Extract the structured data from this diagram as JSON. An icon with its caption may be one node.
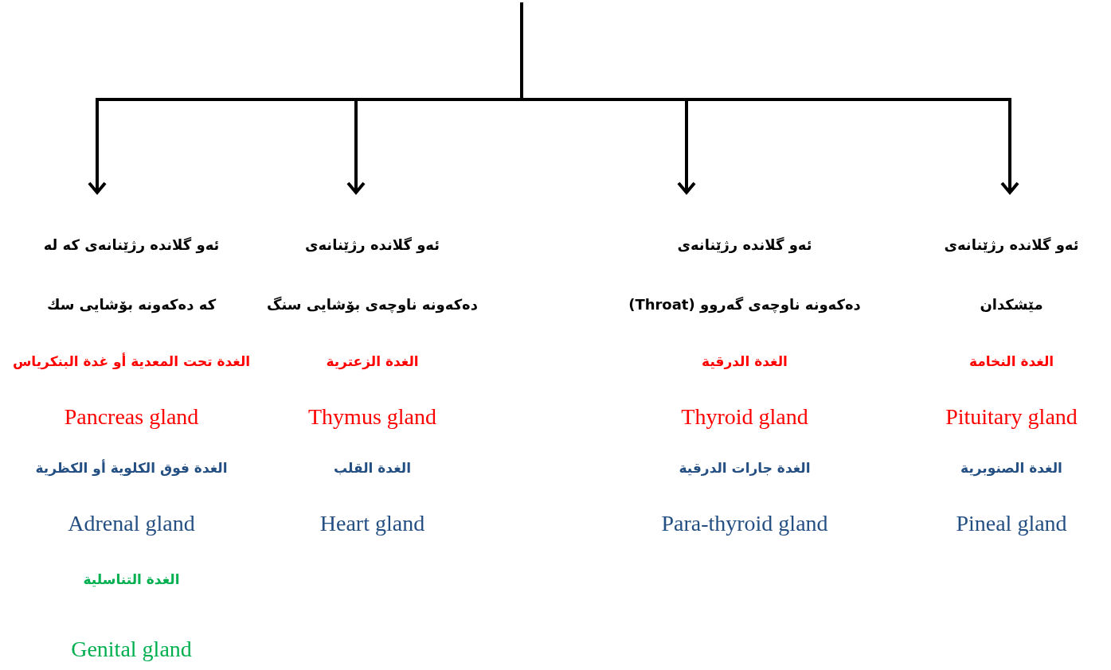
{
  "diagram": {
    "nodes": [
      {
        "text": [
          "ئەو گلاندە رژێنانەی کە لە",
          "کە دەکەونە بۆشایی سك",
          "الغدة تحت المعدية أو غدة البنكرياس",
          "Pancreas gland",
          "الغدة فوق الكلوية أو الكظرية",
          "Adrenal gland",
          "الغدة التناسلية",
          "Genital gland"
        ]
      },
      {
        "text": [
          "ئەو گلاندە رژێنانەی",
          "دەکەونە ناوچەی بۆشایی سنگ",
          "الغدة الزعترية",
          "Thymus gland",
          "الغدة القلب",
          "Heart gland"
        ]
      },
      {
        "text": [
          "ئەو گلاندە رژێنانەی",
          "دەکەونە ناوچەی گەروو (Throat)",
          "الغدة الدرقية",
          "Thyroid gland",
          "الغدة جارات الدرقية",
          "Para-thyroid gland"
        ]
      },
      {
        "text": [
          "ئەو گلاندە رژێنانەی",
          "مێشکدان",
          "الغدة النخامة",
          "Pituitary gland",
          "الغدة الصنوبرية",
          "Pineal gland"
        ]
      }
    ],
    "edges": [
      {
        "from": null,
        "to": 0,
        "arrow": "to"
      },
      {
        "from": null,
        "to": 1,
        "arrow": "to"
      },
      {
        "from": null,
        "to": 2,
        "arrow": "to"
      },
      {
        "from": null,
        "to": 3,
        "arrow": "to"
      }
    ]
  }
}
